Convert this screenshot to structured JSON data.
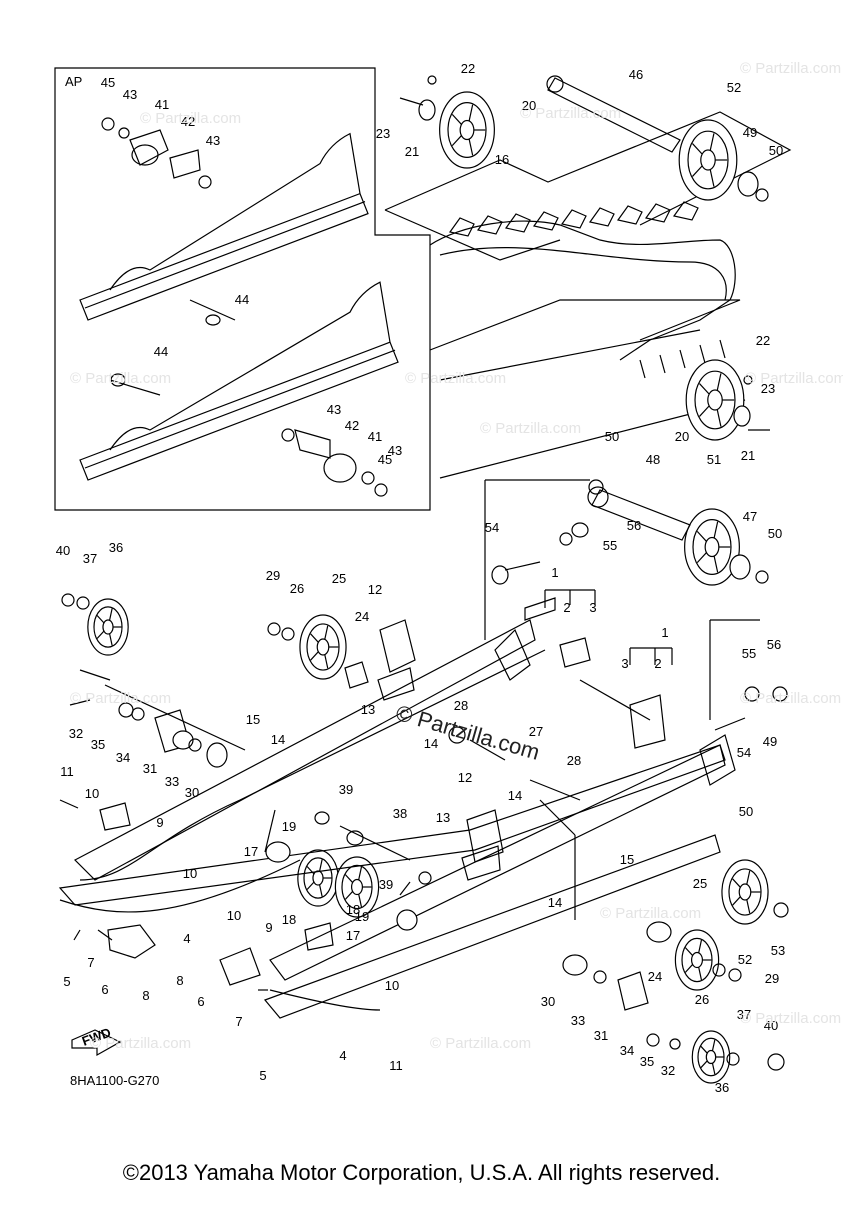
{
  "diagram": {
    "assembly_label": "AP",
    "diagram_code": "8HA1100-G270",
    "fwd_label": "FWD",
    "copyright": "©2013 Yamaha Motor Corporation, U.S.A. All rights reserved.",
    "watermark": "© Partzilla.com",
    "watermark_center": "© Partzilla.com",
    "callouts": [
      "1",
      "2",
      "3",
      "4",
      "5",
      "6",
      "7",
      "8",
      "9",
      "10",
      "11",
      "12",
      "13",
      "14",
      "15",
      "16",
      "17",
      "18",
      "19",
      "20",
      "21",
      "22",
      "23",
      "24",
      "25",
      "26",
      "27",
      "28",
      "29",
      "30",
      "31",
      "32",
      "33",
      "34",
      "35",
      "36",
      "37",
      "38",
      "39",
      "40",
      "41",
      "42",
      "43",
      "44",
      "45",
      "46",
      "47",
      "48",
      "49",
      "50",
      "51",
      "52",
      "53",
      "54",
      "55",
      "56"
    ]
  }
}
